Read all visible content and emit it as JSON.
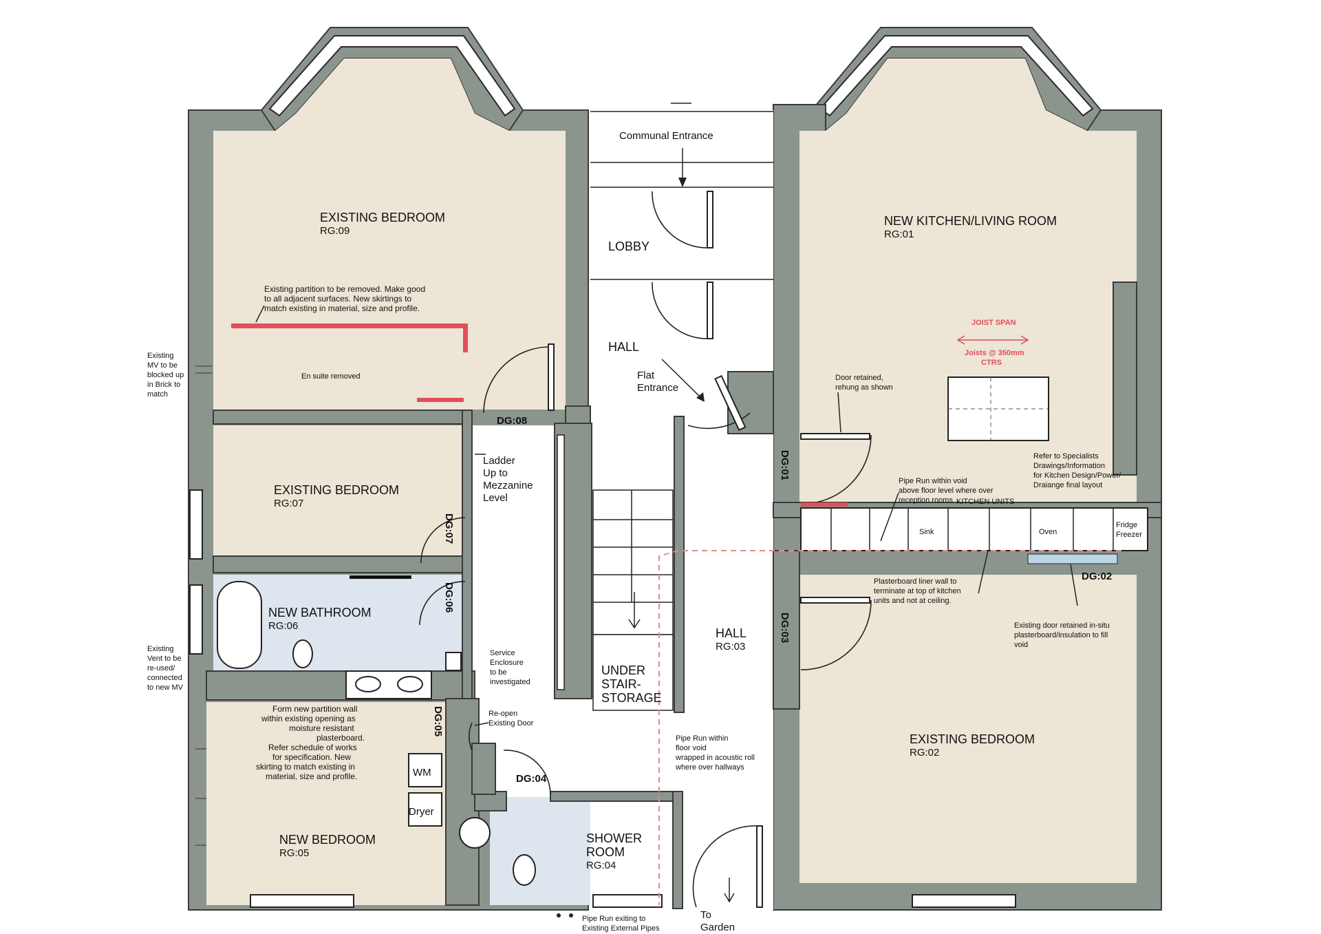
{
  "rooms": {
    "rg09": {
      "name": "EXISTING BEDROOM",
      "code": "RG:09"
    },
    "rg07": {
      "name": "EXISTING BEDROOM",
      "code": "RG:07"
    },
    "rg06": {
      "name": "NEW BATHROOM",
      "code": "RG:06"
    },
    "rg05": {
      "name": "NEW BEDROOM",
      "code": "RG:05"
    },
    "rg04": {
      "line1": "SHOWER",
      "line2": "ROOM",
      "code": "RG:04"
    },
    "rg03": {
      "name": "HALL",
      "code": "RG:03"
    },
    "rg02": {
      "name": "EXISTING BEDROOM",
      "code": "RG:02"
    },
    "rg01": {
      "name": "NEW KITCHEN/LIVING ROOM",
      "code": "RG:01"
    },
    "lobby": "LOBBY",
    "hall": "HALL",
    "under_stair": [
      "UNDER",
      "STAIR-",
      "STORAGE"
    ]
  },
  "doors": [
    "DG:08",
    "DG:07",
    "DG:06",
    "DG:05",
    "DG:04",
    "DG:03",
    "DG:02",
    "DG:01"
  ],
  "labels": {
    "communal_entrance": "Communal Entrance",
    "flat_entrance": [
      "Flat",
      "Entrance"
    ],
    "ladder": [
      "Ladder",
      "Up to",
      "Mezzanine",
      "Level"
    ],
    "to_garden": [
      "To",
      "Garden"
    ],
    "wm": "WM",
    "dryer": "Dryer",
    "kitchen_units": "KITCHEN UNITS",
    "sink": "Sink",
    "oven": "Oven",
    "fridge_freezer": [
      "Fridge",
      "Freezer"
    ],
    "joist_span": "JOIST SPAN",
    "joists": [
      "Joists @ 350mm",
      "CTRS"
    ]
  },
  "notes": {
    "partition": [
      "Existing partition to be removed. Make good",
      "to all adjacent surfaces. New skirtings to",
      "match existing in material, size and profile."
    ],
    "ensuite": "En suite removed",
    "existing_mv": [
      "Existing",
      "MV to be",
      "blocked up",
      "in Brick to",
      "match"
    ],
    "existing_vent": [
      "Existing",
      "Vent to be",
      "re-used/",
      "connected",
      "to new MV"
    ],
    "service_enclosure": [
      "Service",
      "Enclosure",
      "to be",
      "investigated"
    ],
    "reopen": [
      "Re-open",
      "Existing Door"
    ],
    "form_partition": [
      "Form new partition wall",
      "within existing opening as",
      "moisture resistant",
      "plasterboard.",
      "Refer schedule of works",
      "for specification. New",
      "skirting to match existing in",
      "material, size and profile."
    ],
    "pipe_run_floor": [
      "Pipe Run within",
      "floor void",
      "wrapped in acoustic roll",
      "where over hallways"
    ],
    "pipe_run_exit": [
      "Pipe Run exiting to",
      "Existing External Pipes"
    ],
    "door_retained": [
      "Door retained,",
      "rehung as shown"
    ],
    "specialists": [
      "Refer to Specialists",
      "Drawings/Information",
      "for Kitchen Design/Power/",
      "Draiange final layout"
    ],
    "pipe_run_above": [
      "Pipe Run within void",
      "above floor level where over",
      "reception rooms"
    ],
    "liner_wall": [
      "Plasterboard liner wall to",
      "terminate at top of kitchen",
      "units and not at ceiling."
    ],
    "existing_door_retained": [
      "Existing door retained in-situ",
      "plasterboard/insulation to fill",
      "void"
    ]
  },
  "colors": {
    "wall": "#8b958d",
    "room_floor": "#ede5d6",
    "wet_room_floor": "#dde6ee",
    "removed_partition": "#e04f5a",
    "pipe_run": "#e38a8a"
  }
}
